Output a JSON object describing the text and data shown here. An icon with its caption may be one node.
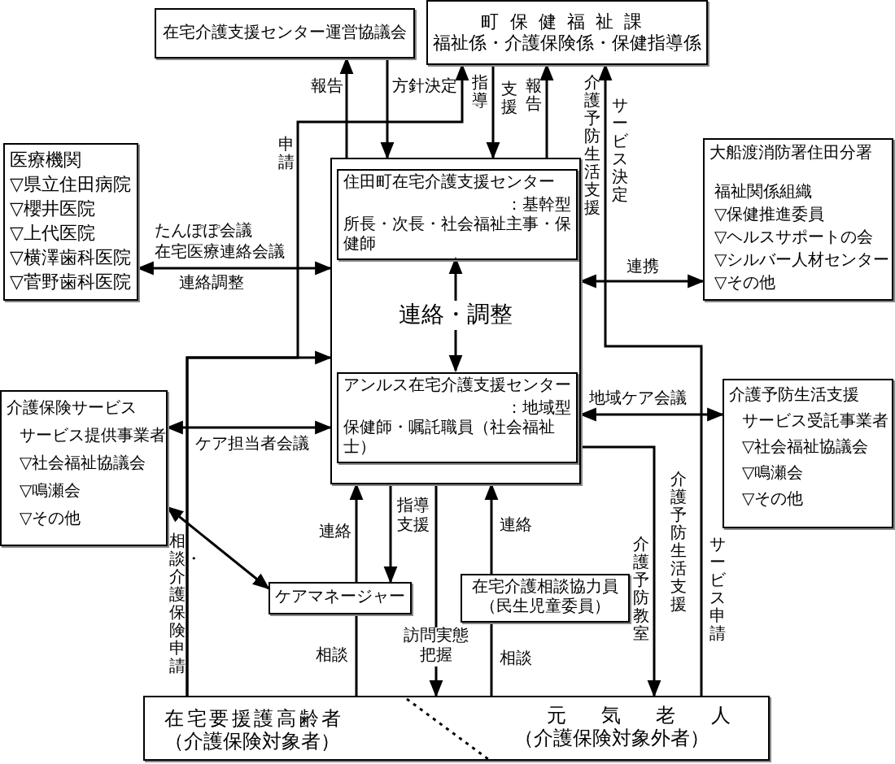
{
  "diagram": {
    "nodes": [
      {
        "text": [
          "在宅介護支援センター運営協議会"
        ]
      },
      {
        "text": [
          "町保健福祉課",
          "福祉係・介護保険係・保健指導係"
        ]
      },
      {
        "text": [],
        "shape": "box"
      },
      {
        "text": [
          "住田町在宅介護支援センター",
          "：基幹型",
          "所長・次長・社会福祉主事・保健師"
        ],
        "in": 2
      },
      {
        "text": [
          "アンルス在宅介護支援センター",
          "：地域型",
          "保健師・嘱託職員（社会福祉士）"
        ],
        "in": 2
      },
      {
        "text": [
          "医療機関",
          "▽県立住田病院",
          "▽櫻井医院",
          "▽上代医院",
          "▽横澤歯科医院",
          "▽菅野歯科医院"
        ]
      },
      {
        "text": [
          "大船渡消防署住田分署",
          "福祉関係組織",
          "▽保健推進委員",
          "▽ヘルスサポートの会",
          "▽シルバー人材センター",
          "▽その他"
        ]
      },
      {
        "text": [
          "介護保険サービス",
          "サービス提供事業者",
          "▽社会福祉協議会",
          "▽鳴瀬会",
          "▽その他"
        ]
      },
      {
        "text": [
          "介護予防生活支援",
          "サービス受託事業者",
          "▽社会福祉協議会",
          "▽鳴瀬会",
          "▽その他"
        ]
      },
      {
        "text": [
          "ケアマネージャー"
        ]
      },
      {
        "text": [
          "在宅介護相談協力員（民生児童委員）"
        ]
      },
      {
        "text": [],
        "shape": "box"
      },
      {
        "text": [
          "在宅要援護高齢者",
          "（介護保険対象者）"
        ],
        "in": 11
      },
      {
        "text": [
          "元気老人",
          "（介護保険対象外者）"
        ],
        "in": 11
      }
    ],
    "edges": [
      {
        "from": 2,
        "to": 0,
        "arrow": "to",
        "label": "報告"
      },
      {
        "from": 0,
        "to": 2,
        "arrow": "to",
        "label": "方針決定"
      },
      {
        "from": 1,
        "to": 2,
        "arrow": "to",
        "label": "指導"
      },
      {
        "from": 2,
        "to": 1,
        "arrow": "to",
        "label": "報告"
      },
      {
        "from": 13,
        "to": 1,
        "arrow": "to",
        "label": "サービス申請"
      },
      {
        "from": 5,
        "to": 2,
        "arrow": "both",
        "label": "連絡調整"
      },
      {
        "from": 2,
        "to": 6,
        "arrow": "both",
        "label": "連携"
      },
      {
        "from": 7,
        "to": 2,
        "arrow": "both",
        "label": "ケア担当者会議"
      },
      {
        "from": 2,
        "to": 8,
        "arrow": "both",
        "label": "地域ケア会議"
      },
      {
        "from": 3,
        "to": 4,
        "arrow": "both",
        "label": "連絡・調整"
      },
      {
        "from": 12,
        "to": 2,
        "arrow": "to",
        "label": "相談・介護保険申請"
      },
      {
        "from": 12,
        "to": 1,
        "arrow": "to",
        "label": "申請"
      },
      {
        "from": 7,
        "to": 9,
        "arrow": "both"
      },
      {
        "from": 9,
        "to": 2,
        "arrow": "to",
        "label": "連絡"
      },
      {
        "from": 2,
        "to": 9,
        "arrow": "to",
        "label": "指導支援"
      },
      {
        "from": 9,
        "to": 12,
        "arrow": "none",
        "label": "相談"
      },
      {
        "from": 2,
        "to": 11,
        "arrow": "to",
        "label": "訪問実態把握"
      },
      {
        "from": 10,
        "to": 2,
        "arrow": "to",
        "label": "連絡"
      },
      {
        "from": 10,
        "to": 13,
        "arrow": "none",
        "label": "相談"
      },
      {
        "from": 4,
        "to": 13,
        "arrow": "to",
        "label": "介護予防教室"
      }
    ],
    "labels": [
      "支援",
      "介護予防生活支援",
      "サービス決定",
      "たんぽぽ会議",
      "在宅医療連絡会議",
      "介護予防生活支援"
    ]
  }
}
